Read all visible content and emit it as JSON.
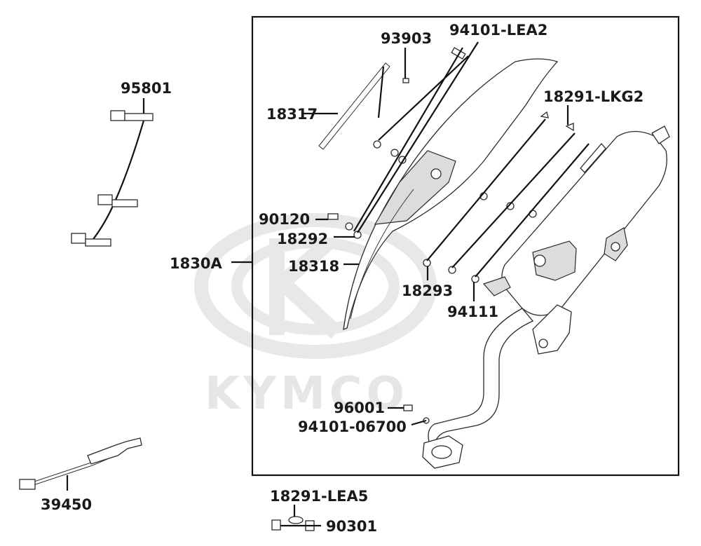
{
  "watermark": {
    "brand": "KYMCO"
  },
  "labels": {
    "p95801": "95801",
    "p18317": "18317",
    "p93903": "93903",
    "p94101_lea2": "94101-LEA2",
    "p18291_lkg2": "18291-LKG2",
    "p90120": "90120",
    "p18292": "18292",
    "p1830a": "1830A",
    "p18318": "18318",
    "p18293": "18293",
    "p94111": "94111",
    "p96001": "96001",
    "p94101_06700": "94101-06700",
    "p39450": "39450",
    "p18291_lea5": "18291-LEA5",
    "p90301": "90301"
  }
}
